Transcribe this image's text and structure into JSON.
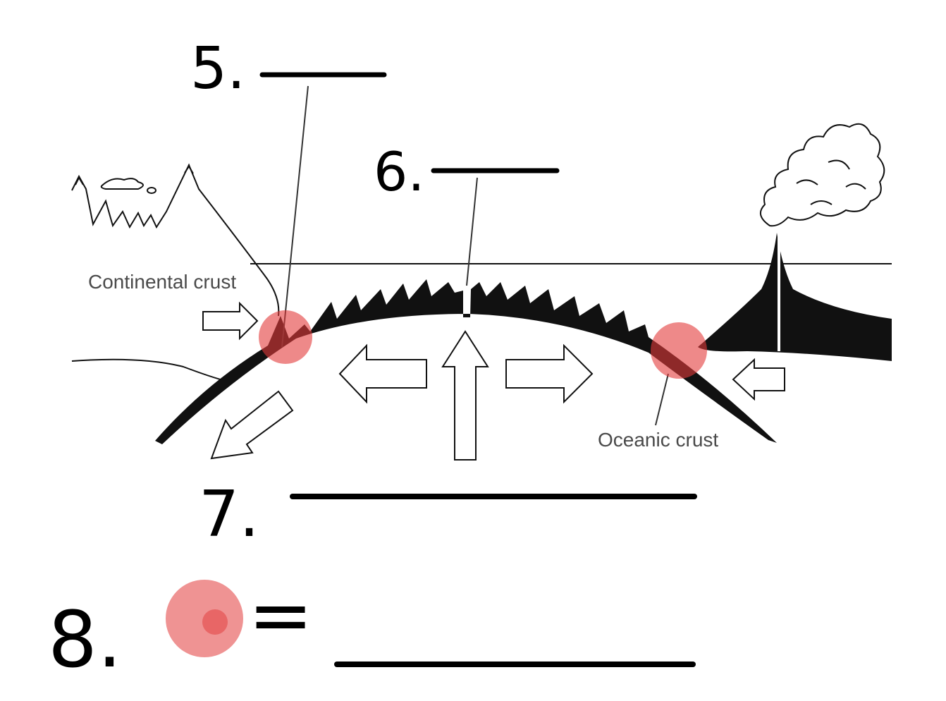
{
  "labels": {
    "continental_crust": "Continental crust",
    "oceanic_crust": "Oceanic crust"
  },
  "questions": {
    "q5": "5.",
    "q6": "6.",
    "q7": "7.",
    "q8": "8.",
    "q8_equals": "="
  },
  "colors": {
    "ink": "#000000",
    "crust": "#111111",
    "print_text": "#4a4a4a",
    "highlight": "#e23a3a"
  },
  "icons": {
    "mountains": "mountain-range-icon",
    "volcano_plume": "eruption-cloud-icon",
    "marker": "red-dot-icon"
  }
}
